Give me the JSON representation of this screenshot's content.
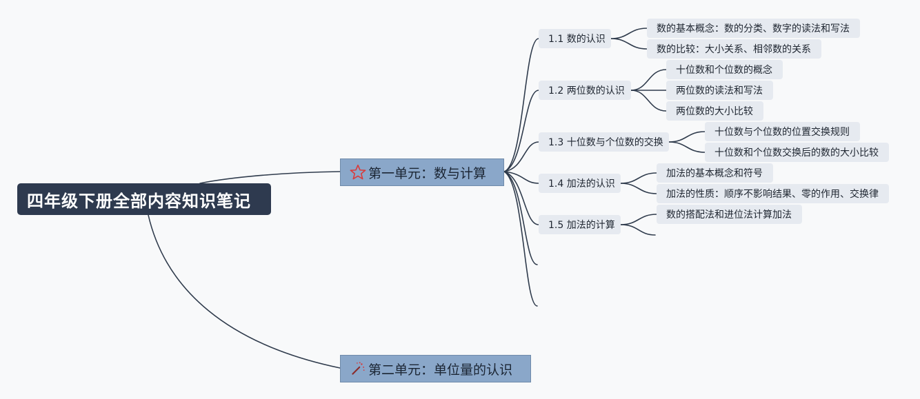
{
  "root": {
    "title": "四年级下册全部内容知识笔记"
  },
  "units": [
    {
      "title": "第一单元：数与计算",
      "icon": "star-outline-icon"
    },
    {
      "title": "第二单元：单位量的认识",
      "icon": "magic-wand-icon"
    }
  ],
  "topics": [
    {
      "title": "1.1 数的认识",
      "points": [
        "数的基本概念：数的分类、数字的读法和写法",
        "数的比较：大小关系、相邻数的关系"
      ]
    },
    {
      "title": "1.2 两位数的认识",
      "points": [
        "十位数和个位数的概念",
        "两位数的读法和写法",
        "两位数的大小比较"
      ]
    },
    {
      "title": "1.3 十位数与个位数的交换",
      "points": [
        "十位数与个位数的位置交换规则",
        "十位数和个位数交换后的数的大小比较"
      ]
    },
    {
      "title": "1.4 加法的认识",
      "points": [
        "加法的基本概念和符号",
        "加法的性质：顺序不影响结果、零的作用、交换律"
      ]
    },
    {
      "title": "1.5 加法的计算",
      "points": [
        "数的搭配法和进位法计算加法"
      ]
    }
  ],
  "colors": {
    "root_bg": "#2e3a4f",
    "unit_bg": "#8aa7c9",
    "node_bg": "#e6eaf0",
    "line": "#2f3b4c",
    "star": "#d93b3b"
  }
}
